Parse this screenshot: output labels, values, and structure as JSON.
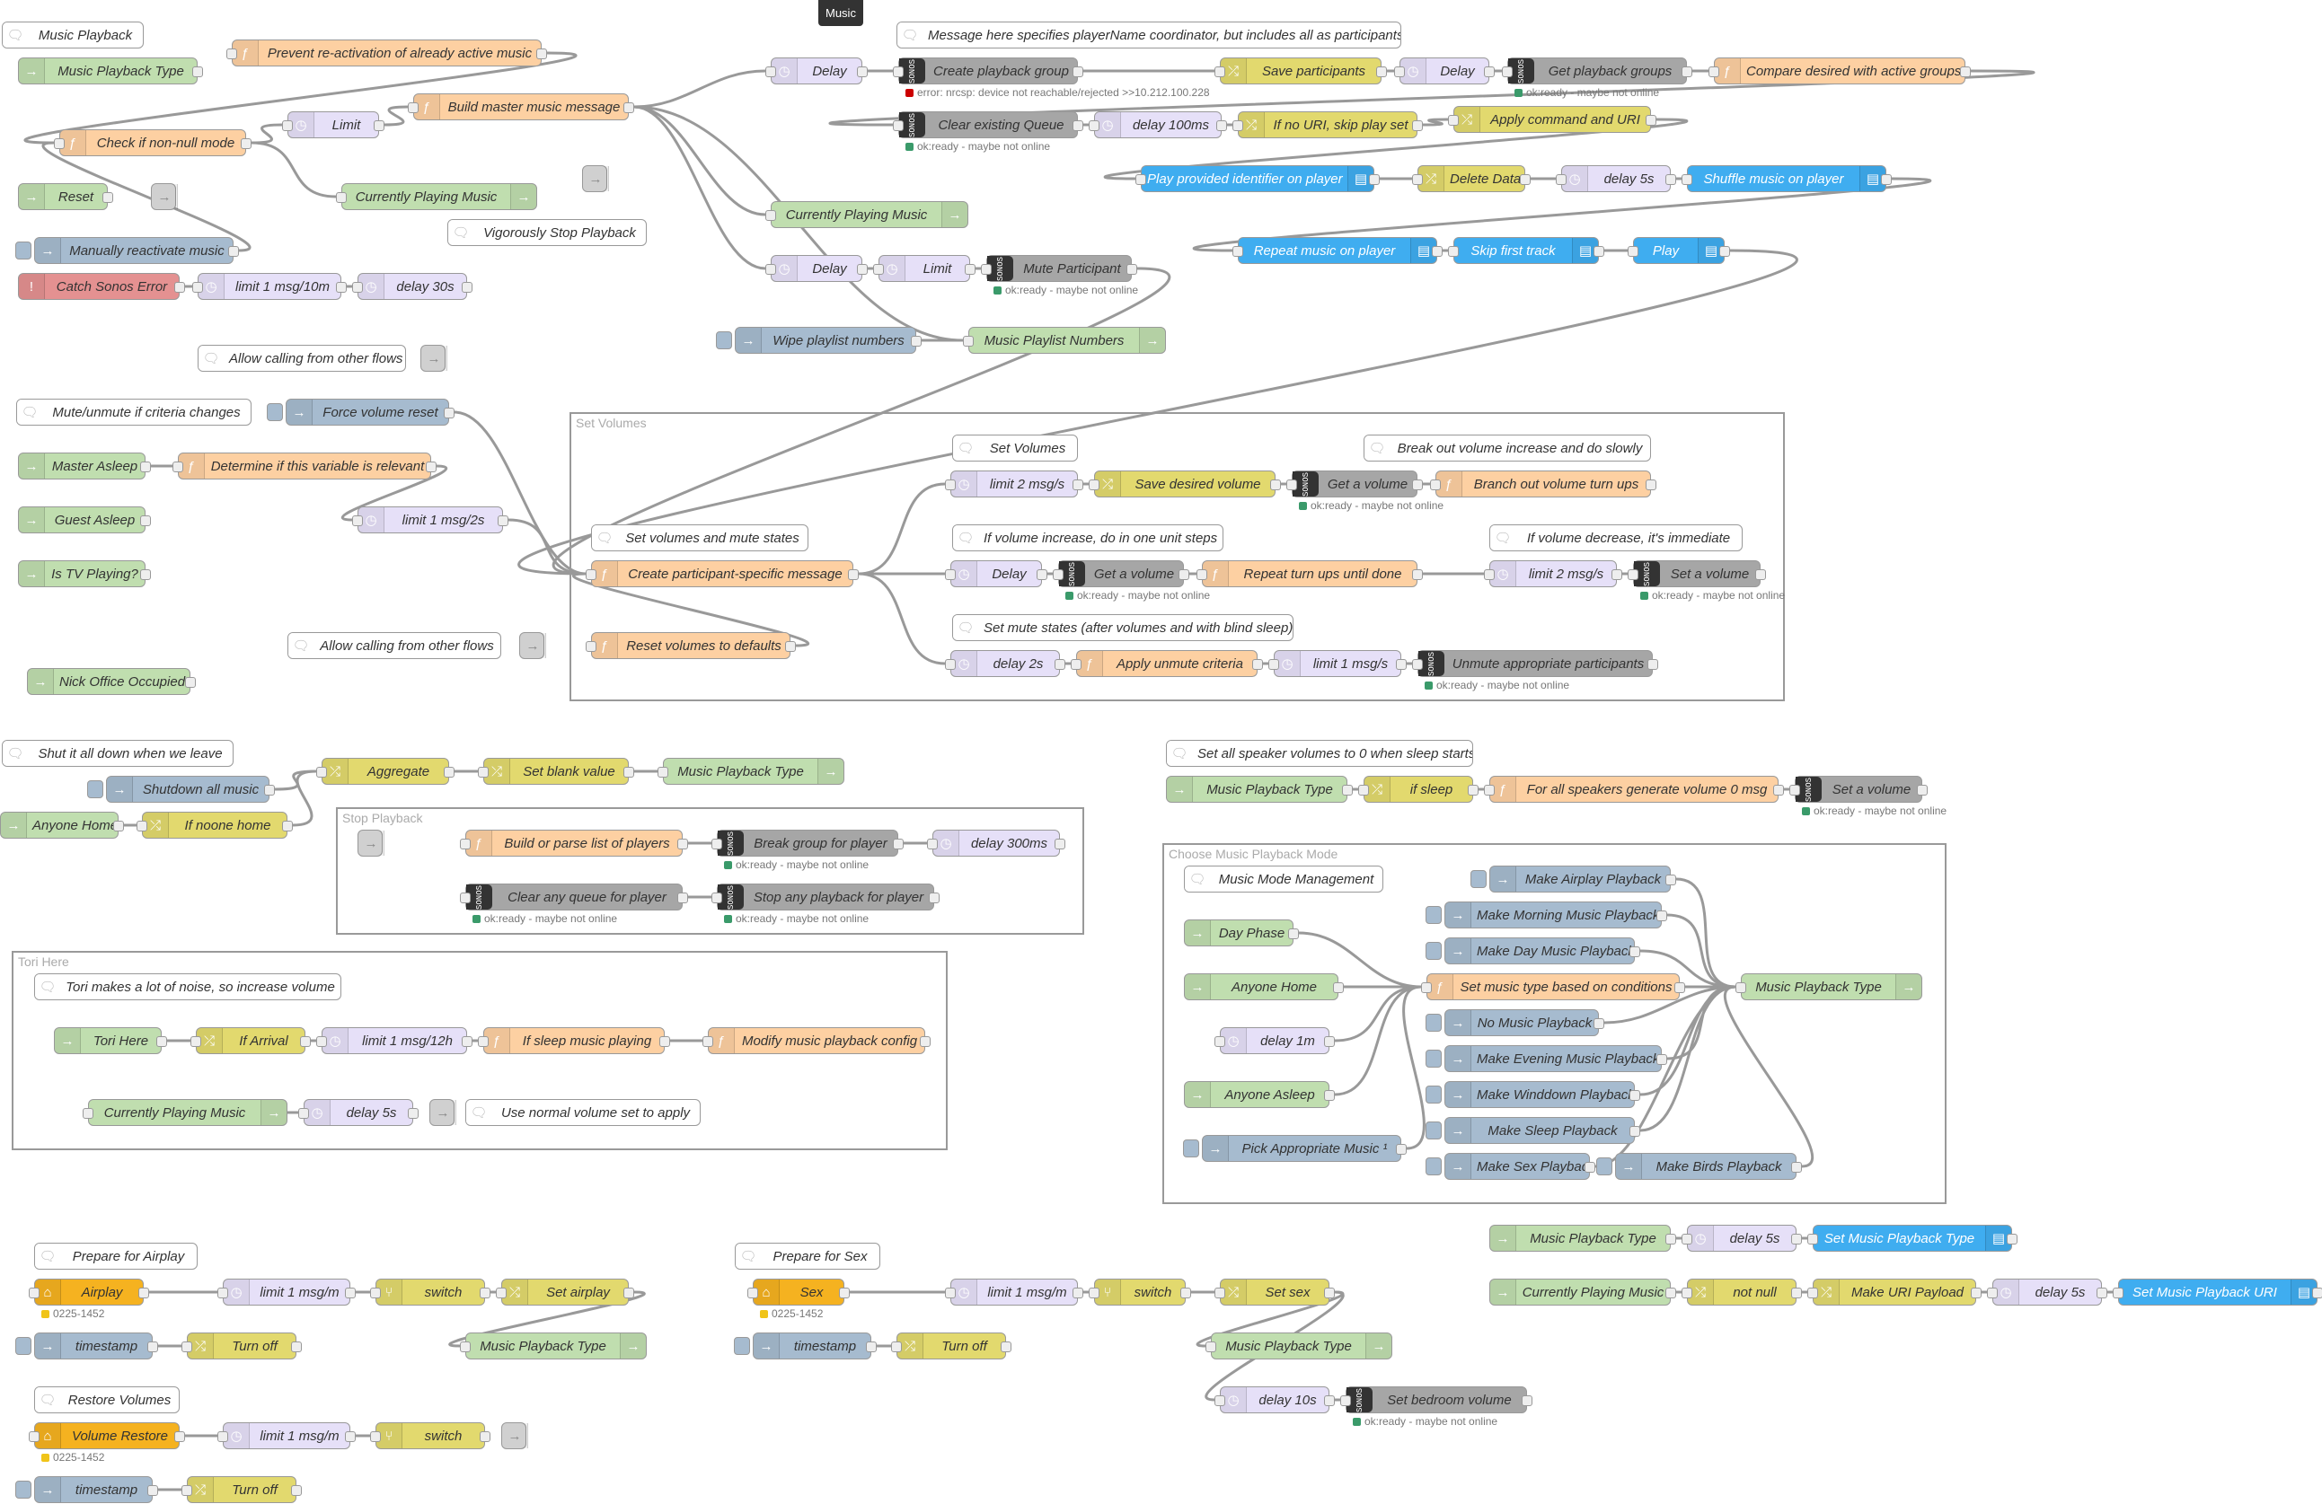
{
  "tab": {
    "label": "Music"
  },
  "icons": {
    "function": "function-icon",
    "delay": "clock-icon",
    "change": "shuffle-icon",
    "link": "arrow-icon",
    "comment": "speech-bubble-icon",
    "catch": "exclamation-icon",
    "speaker": "speaker-icon",
    "home_assistant": "house-icon",
    "sonos": "sonos-icon"
  },
  "colors": {
    "function": "#fdd0a2",
    "delay": "#e6e0f8",
    "change": "#e2d96e",
    "sonos": "#a6a6a6",
    "speaker_action": "#3fadf0",
    "inject": "#a6bbcf",
    "link_node": "#c0deaf",
    "catch": "#e49191",
    "home_assistant": "#f5b220",
    "wire": "#999999",
    "status_error": "#cc0000",
    "status_ok": "#3a9a6a",
    "status_warn": "#f0c419"
  },
  "groups": {
    "set_volumes": "Set Volumes",
    "stop_playback": "Stop Playback",
    "tori_here": "Tori Here",
    "choose_mode": "Choose Music Playback Mode"
  },
  "nodes": {
    "c_music_playback": "Music Playback",
    "music_playback_type_1": "Music Playback Type",
    "prevent_reactivation": "Prevent re-activation of already active music",
    "check_non_null": "Check if non-null mode",
    "limit_1": "Limit",
    "build_master": "Build master music message",
    "reset": "Reset",
    "currently_playing_1": "Currently Playing Music",
    "c_vigorously_stop": "Vigorously Stop Playback",
    "manually_reactivate": "Manually reactivate music",
    "catch_sonos": "Catch Sonos Error",
    "limit_10m": "limit 1 msg/10m",
    "delay_30s": "delay 30s",
    "delay_a": "Delay",
    "c_message_specifies": "Message here specifies playerName coordinator, but includes all as participants",
    "create_playback_group": "Create playback group",
    "save_participants": "Save participants",
    "delay_b": "Delay",
    "get_playback_groups": "Get playback groups",
    "compare_desired": "Compare desired with active groups",
    "clear_queue": "Clear existing Queue",
    "delay_100ms": "delay 100ms",
    "if_no_uri": "If no URI, skip play set",
    "apply_command": "Apply command and URI",
    "play_identifier": "Play provided identifier on player",
    "delete_data": "Delete Data",
    "delay_5s_a": "delay 5s",
    "shuffle_music": "Shuffle music on player",
    "currently_playing_2": "Currently Playing Music",
    "delay_c": "Delay",
    "limit_2": "Limit",
    "mute_participant": "Mute Participant",
    "repeat_music": "Repeat music on player",
    "skip_first_track": "Skip first track",
    "play": "Play",
    "wipe_playlist": "Wipe playlist numbers",
    "music_playlist_numbers": "Music Playlist Numbers",
    "c_allow_calling_1": "Allow calling from other flows",
    "c_mute_unmute": "Mute/unmute if criteria changes",
    "force_volume_reset": "Force volume reset",
    "master_asleep": "Master Asleep",
    "determine_relevant": "Determine if this variable is relevant",
    "guest_asleep": "Guest Asleep",
    "limit_2s": "limit 1 msg/2s",
    "is_tv_playing": "Is TV Playing?",
    "c_allow_calling_2": "Allow calling from other flows",
    "reset_volumes": "Reset volumes to defaults",
    "nick_office": "Nick Office Occupied",
    "c_set_volumes": "Set Volumes",
    "c_break_out": "Break out volume increase and do slowly",
    "limit_2msg_a": "limit 2 msg/s",
    "save_desired_volume": "Save desired volume",
    "get_a_volume_1": "Get a volume",
    "branch_out_volume": "Branch out volume turn ups",
    "c_set_volumes_mute": "Set volumes and mute states",
    "c_if_increase": "If volume increase, do in one unit steps",
    "c_if_decrease": "If volume decrease, it's immediate",
    "create_participant_msg": "Create participant-specific message",
    "delay_d": "Delay",
    "get_a_volume_2": "Get a volume",
    "repeat_turn_ups": "Repeat turn ups until done",
    "limit_2msg_b": "limit 2 msg/s",
    "set_a_volume_1": "Set a volume",
    "c_set_mute_states": "Set mute states (after volumes and with blind sleep)",
    "delay_2s": "delay 2s",
    "apply_unmute": "Apply unmute criteria",
    "limit_1msg_s": "limit 1 msg/s",
    "unmute_participants": "Unmute appropriate participants",
    "c_shut_it_all": "Shut it all down when we leave",
    "shutdown_all_music": "Shutdown all music",
    "aggregate": "Aggregate",
    "set_blank_value": "Set blank value",
    "music_playback_type_2": "Music Playback Type",
    "anyone_home_1": "Anyone Home",
    "if_noone_home": "If noone home",
    "build_parse_list": "Build or parse list of players",
    "break_group": "Break group for player",
    "delay_300ms": "delay 300ms",
    "clear_any_queue": "Clear any queue for player",
    "stop_any_playback": "Stop any playback for player",
    "c_tori_noise": "Tori makes a lot of noise, so increase volume",
    "tori_here_node": "Tori Here",
    "if_arrival": "If Arrival",
    "limit_12h": "limit 1 msg/12h",
    "if_sleep_music": "If sleep music playing",
    "modify_music_config": "Modify music playback config",
    "currently_playing_3": "Currently Playing Music",
    "delay_5s_b": "delay 5s",
    "c_use_normal_volume": "Use normal volume set to apply",
    "c_set_all_speaker": "Set all speaker volumes to 0 when sleep starts",
    "music_playback_type_3": "Music Playback Type",
    "if_sleep": "if sleep",
    "for_all_speakers": "For all speakers generate volume 0 msg",
    "set_a_volume_2": "Set a volume",
    "c_music_mode": "Music Mode Management",
    "make_airplay": "Make Airplay Playback",
    "make_morning": "Make Morning Music Playback",
    "day_phase": "Day Phase",
    "make_day": "Make Day Music Playback",
    "anyone_home_2": "Anyone Home",
    "set_music_type": "Set music type based on conditions",
    "music_playback_type_4": "Music Playback Type",
    "no_music": "No Music Playback",
    "delay_1m": "delay 1m",
    "make_evening": "Make Evening Music Playback",
    "anyone_asleep": "Anyone Asleep",
    "make_winddown": "Make Winddown Playback",
    "make_sleep": "Make Sleep Playback",
    "pick_appropriate": "Pick Appropriate Music ¹",
    "make_sex": "Make Sex Playback",
    "make_birds": "Make Birds Playback",
    "c_prepare_airplay": "Prepare for Airplay",
    "airplay": "Airplay",
    "limit_m_a": "limit 1 msg/m",
    "switch_a": "switch",
    "set_airplay": "Set airplay",
    "timestamp_a": "timestamp",
    "turn_off_a": "Turn off",
    "music_playback_type_5": "Music Playback Type",
    "c_prepare_sex": "Prepare for Sex",
    "sex": "Sex",
    "limit_m_b": "limit 1 msg/m",
    "switch_b": "switch",
    "set_sex": "Set sex",
    "timestamp_b": "timestamp",
    "turn_off_b": "Turn off",
    "music_playback_type_6": "Music Playback Type",
    "delay_10s": "delay 10s",
    "set_bedroom_volume": "Set bedroom volume",
    "c_restore_volumes": "Restore Volumes",
    "volume_restore": "Volume Restore",
    "limit_m_c": "limit 1 msg/m",
    "switch_c": "switch",
    "timestamp_c": "timestamp",
    "turn_off_c": "Turn off",
    "music_playback_type_7": "Music Playback Type",
    "delay_5s_c": "delay 5s",
    "set_music_playback_type": "Set Music Playback Type",
    "currently_playing_4": "Currently Playing Music",
    "not_null": "not null",
    "make_uri_payload": "Make URI Payload",
    "delay_5s_d": "delay 5s",
    "set_music_playback_uri": "Set Music Playback URI"
  },
  "status": {
    "err_create_group": "error: nrcsp: device not reachable/rejected >>10.212.100.228",
    "ok_ready": "ok:ready - maybe not online",
    "ha_id": "0225-1452"
  },
  "sonos_badge": "SONOS"
}
